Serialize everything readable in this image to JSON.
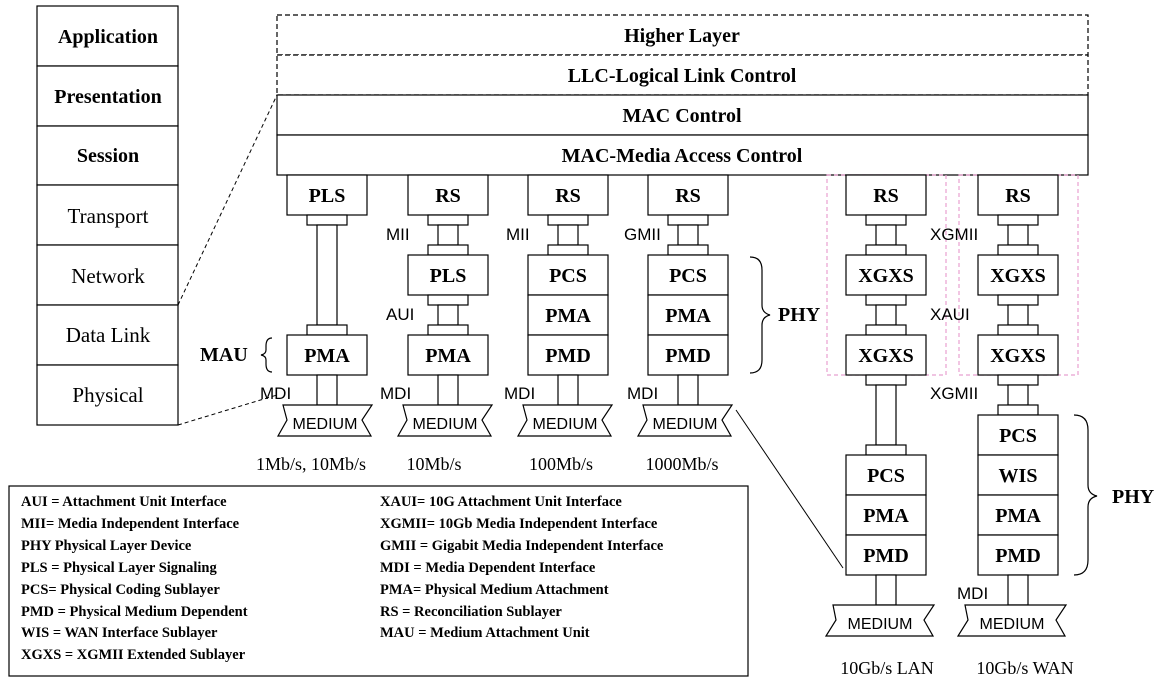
{
  "osi_layers": [
    {
      "label": "Application",
      "bold": true
    },
    {
      "label": "Presentation",
      "bold": true
    },
    {
      "label": "Session",
      "bold": true
    },
    {
      "label": "Transport",
      "bold": false
    },
    {
      "label": "Network",
      "bold": false
    },
    {
      "label": "Data Link",
      "bold": false
    },
    {
      "label": "Physical",
      "bold": false
    }
  ],
  "upper_layers": {
    "higher_layer": "Higher Layer",
    "llc": "LLC-Logical Link Control",
    "mac_control": "MAC Control",
    "mac": "MAC-Media Access Control"
  },
  "blocks": {
    "pls": "PLS",
    "rs": "RS",
    "pcs": "PCS",
    "pma": "PMA",
    "pmd": "PMD",
    "xgxs": "XGXS",
    "wis": "WIS",
    "medium": "MEDIUM"
  },
  "interfaces": {
    "mii": "MII",
    "gmii": "GMII",
    "xgmii": "XGMII",
    "aui": "AUI",
    "xaui": "XAUI",
    "mdi": "MDI",
    "mau": "MAU",
    "phy": "PHY"
  },
  "rates": [
    "1Mb/s, 10Mb/s",
    "10Mb/s",
    "100Mb/s",
    "1000Mb/s",
    "10Gb/s LAN",
    "10Gb/s WAN"
  ],
  "legend": {
    "left": [
      "AUI = Attachment Unit Interface",
      "MII= Media Independent Interface",
      "PHY Physical Layer Device",
      "PLS = Physical Layer Signaling",
      "PCS= Physical Coding Sublayer",
      "PMD = Physical Medium Dependent",
      "WIS = WAN Interface Sublayer",
      "XGXS = XGMII Extended Sublayer"
    ],
    "right": [
      "XAUI= 10G Attachment Unit Interface",
      "XGMII= 10Gb Media Independent Interface",
      "GMII = Gigabit Media Independent Interface",
      "MDI = Media Dependent Interface",
      "PMA= Physical Medium Attachment",
      "RS = Reconciliation Sublayer",
      "MAU = Medium Attachment Unit"
    ]
  },
  "colors": {
    "line": "#000000",
    "dashed_highlight": "#e8a0d0"
  }
}
